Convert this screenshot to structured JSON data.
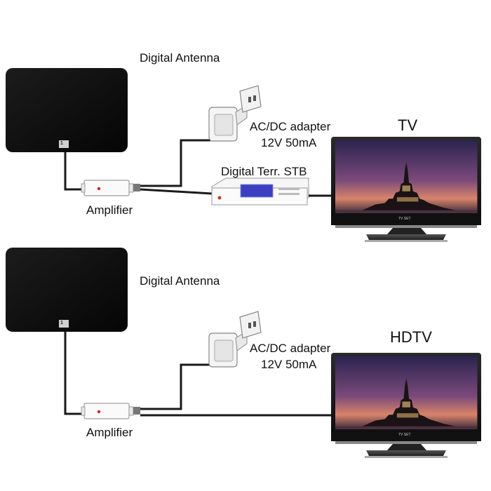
{
  "top": {
    "antenna_label": "Digital Antenna",
    "adapter_label_line1": "AC/DC adapter",
    "adapter_label_line2": "12V 50mA",
    "stb_label": "Digital Terr. STB",
    "amplifier_label": "Amplifier",
    "tv_label": "TV",
    "tv_brand": "TV SET",
    "antenna_logo": "1"
  },
  "bottom": {
    "antenna_label": "Digital Antenna",
    "adapter_label_line1": "AC/DC adapter",
    "adapter_label_line2": "12V 50mA",
    "amplifier_label": "Amplifier",
    "tv_label": "HDTV",
    "tv_brand": "TV SET",
    "antenna_logo": "1"
  },
  "colors": {
    "antenna": "#111111",
    "cable": "#1a1a1a",
    "stb_display": "#3b3fc0",
    "amp_led": "#d62020",
    "sky_top": "#3a2a5a",
    "sky_bottom": "#c07a6a"
  }
}
